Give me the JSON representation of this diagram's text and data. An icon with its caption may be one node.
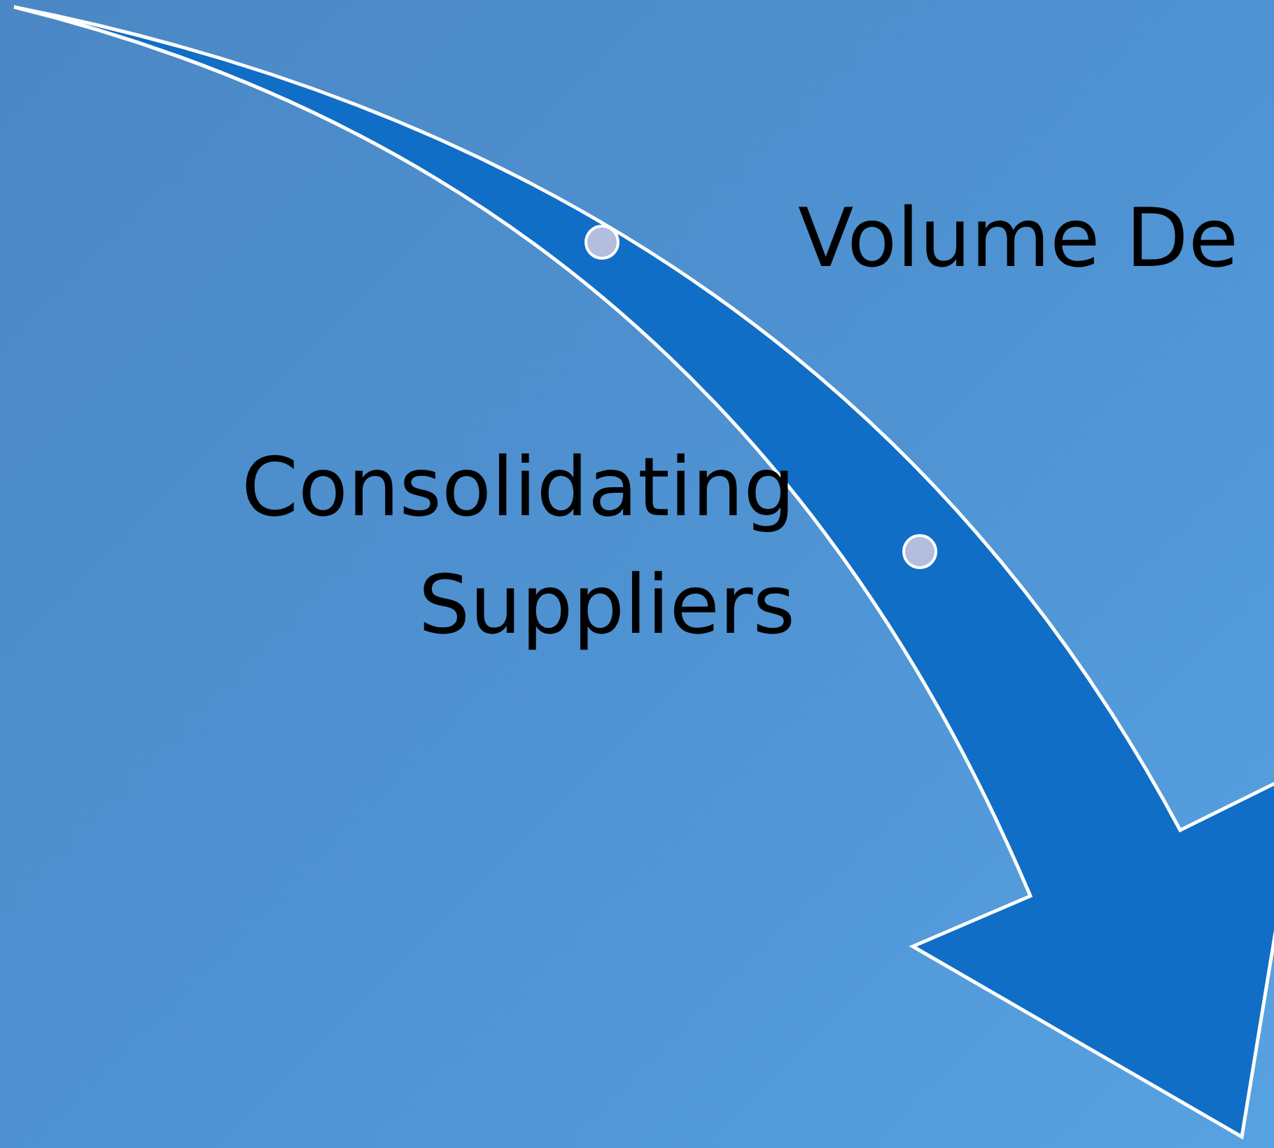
{
  "diagram": {
    "nodes": [
      {
        "text": [],
        "shape": "circle",
        "beside": [
          "Volume De"
        ]
      },
      {
        "text": [],
        "shape": "circle",
        "beside": [
          "Consolidating Suppliers"
        ]
      }
    ]
  }
}
